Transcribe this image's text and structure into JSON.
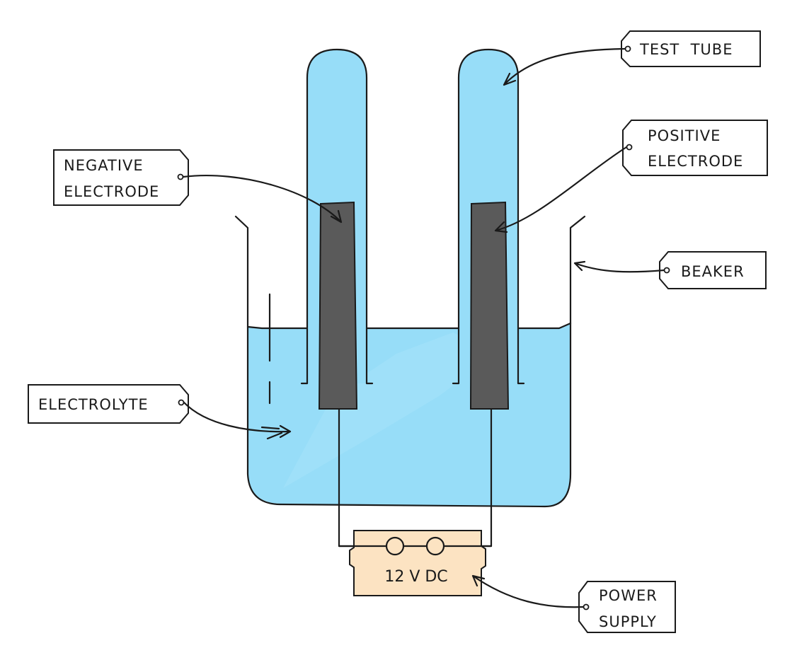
{
  "labels": {
    "test_tube": "TEST  TUBE",
    "positive_electrode": [
      "POSITIVE",
      "ELECTRODE"
    ],
    "negative_electrode": [
      "NEGATIVE",
      "ELECTRODE"
    ],
    "beaker": "BEAKER",
    "electrolyte": "ELECTROLYTE",
    "power_supply": [
      "POWER",
      "SUPPLY"
    ]
  },
  "power_supply_text": "12 V DC",
  "colors": {
    "electrolyte": "#97DDF8",
    "test_tube": "#97DDF8",
    "electrode": "#5A5A5A",
    "power_supply": "#FCE3C2",
    "outline": "#1A1A1A",
    "tag_fill": "#FFFFFF"
  }
}
